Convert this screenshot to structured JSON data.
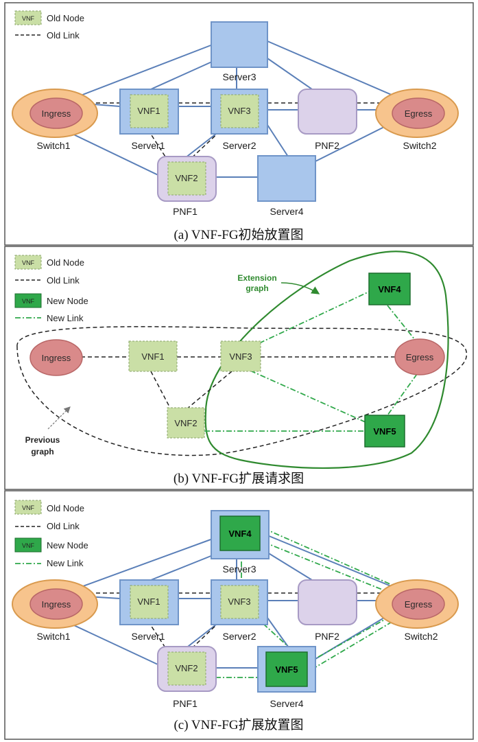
{
  "legend": {
    "vnf_box": "VNF",
    "old_node": "Old Node",
    "old_link": "Old Link",
    "new_node": "New Node",
    "new_link": "New Link"
  },
  "panel_a": {
    "caption": "(a) VNF-FG初始放置图",
    "ingress": "Ingress",
    "egress": "Egress",
    "switch1": "Switch1",
    "switch2": "Switch2",
    "server1": "Server1",
    "server2": "Server2",
    "server3": "Server3",
    "server4": "Server4",
    "pnf1": "PNF1",
    "pnf2": "PNF2",
    "vnf1": "VNF1",
    "vnf2": "VNF2",
    "vnf3": "VNF3"
  },
  "panel_b": {
    "caption": "(b) VNF-FG扩展请求图",
    "ingress": "Ingress",
    "egress": "Egress",
    "vnf1": "VNF1",
    "vnf2": "VNF2",
    "vnf3": "VNF3",
    "vnf4": "VNF4",
    "vnf5": "VNF5",
    "extension_l1": "Extension",
    "extension_l2": "graph",
    "previous_l1": "Previous",
    "previous_l2": "graph"
  },
  "panel_c": {
    "caption": "(c) VNF-FG扩展放置图",
    "ingress": "Ingress",
    "egress": "Egress",
    "switch1": "Switch1",
    "switch2": "Switch2",
    "server1": "Server1",
    "server2": "Server2",
    "server3": "Server3",
    "server4": "Server4",
    "pnf1": "PNF1",
    "pnf2": "PNF2",
    "vnf1": "VNF1",
    "vnf2": "VNF2",
    "vnf3": "VNF3",
    "vnf4": "VNF4",
    "vnf5": "VNF5"
  },
  "colors": {
    "server_fill": "#a9c6ec",
    "server_stroke": "#6f94c8",
    "pnf_fill": "#dcd2ea",
    "pnf_stroke": "#a79ac4",
    "switch_fill": "#f7c48d",
    "switch_stroke": "#d99a4e",
    "ellipse_fill": "#d98a8a",
    "ellipse_stroke": "#b86666",
    "oldvnf_fill": "#cadfa6",
    "oldvnf_stroke": "#8aa66a",
    "newvnf_fill": "#2fa84a",
    "newvnf_stroke": "#1d6e2e",
    "phys_link": "#5a7fb8",
    "new_link": "#2fa84a",
    "ext_outline": "#2f8a2f"
  }
}
